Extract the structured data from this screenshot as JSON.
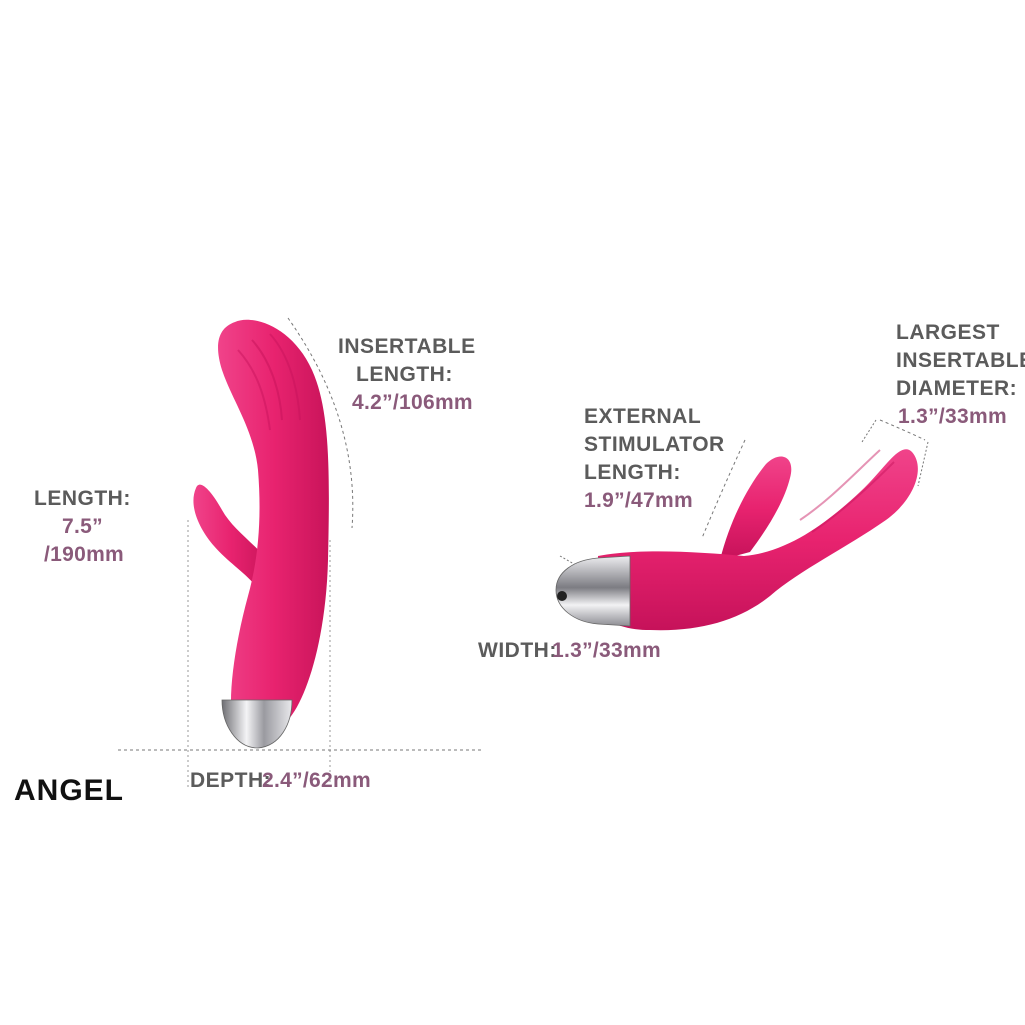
{
  "product_name": "ANGEL",
  "colors": {
    "body": "#e8236f",
    "label_gray": "#5b5b5b",
    "value_mauve": "#8a5a7a",
    "chrome": "#c8c8cc"
  },
  "left_view": {
    "insertable_length": {
      "label_1": "INSERTABLE",
      "label_2": "LENGTH:",
      "value": "4.2”/106mm"
    },
    "length": {
      "label": "LENGTH:",
      "value_1": "7.5”",
      "value_2": "/190mm"
    },
    "depth": {
      "label": "DEPTH:",
      "value": "2.4”/62mm"
    }
  },
  "right_view": {
    "external_stimulator_length": {
      "label_1": "EXTERNAL",
      "label_2": "STIMULATOR",
      "label_3": "LENGTH:",
      "value": "1.9”/47mm"
    },
    "largest_insertable_diameter": {
      "label_1": "LARGEST",
      "label_2": "INSERTABLE",
      "label_3": "DIAMETER:",
      "value": "1.3”/33mm"
    },
    "width": {
      "label": "WIDTH:",
      "value": "1.3”/33mm"
    }
  }
}
